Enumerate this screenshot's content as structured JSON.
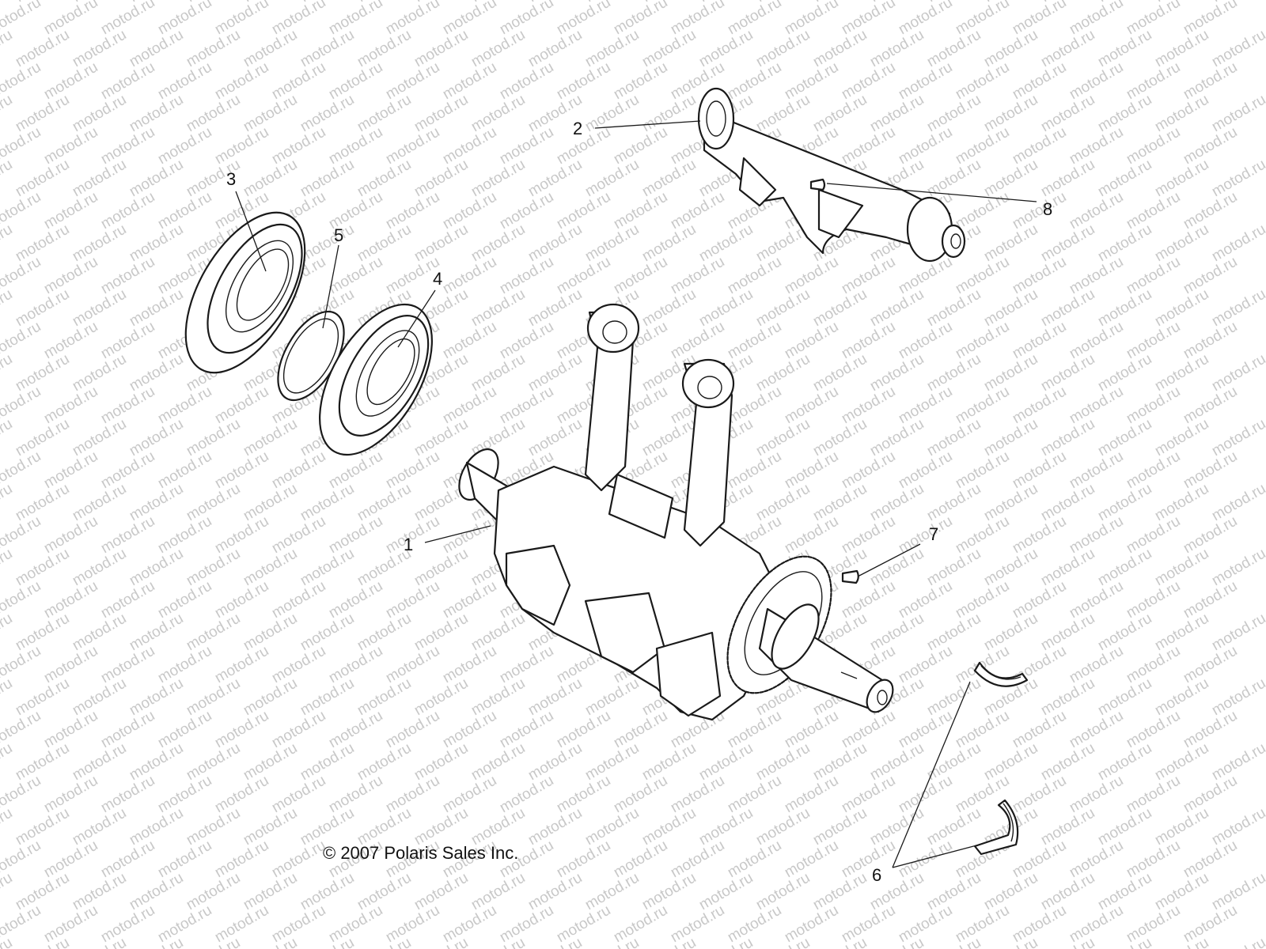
{
  "watermark_text": "motod.ru",
  "copyright": "© 2007 Polaris Sales Inc.",
  "callouts": [
    {
      "id": "1",
      "label": "1"
    },
    {
      "id": "2",
      "label": "2"
    },
    {
      "id": "3",
      "label": "3"
    },
    {
      "id": "4",
      "label": "4"
    },
    {
      "id": "5",
      "label": "5"
    },
    {
      "id": "6",
      "label": "6"
    },
    {
      "id": "7",
      "label": "7"
    },
    {
      "id": "8",
      "label": "8"
    }
  ],
  "colors": {
    "line": "#1a1a1a",
    "watermark": "#c8c8c8",
    "background": "#ffffff"
  }
}
